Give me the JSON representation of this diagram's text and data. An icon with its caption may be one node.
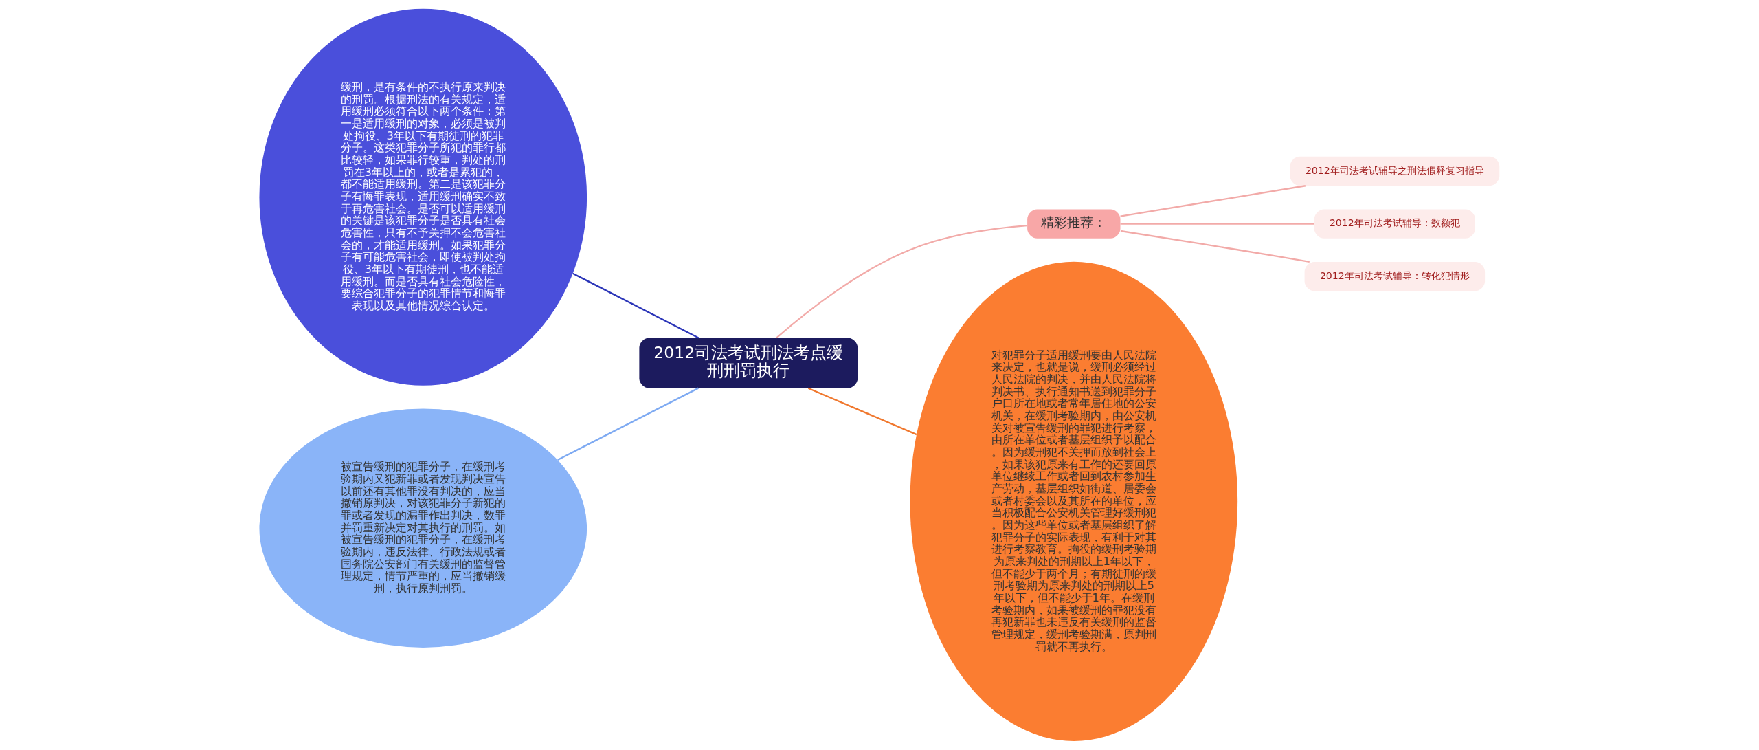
{
  "diagram": {
    "nodes": [
      {
        "text": [
          "2012司法考试刑法考点缓刑刑罚执行"
        ]
      },
      {
        "text": [
          "精彩推荐："
        ]
      },
      {
        "text": [
          "2012年司法考试辅导之刑法假释复习指导"
        ]
      },
      {
        "text": [
          "2012年司法考试辅导：数额犯"
        ]
      },
      {
        "text": [
          "2012年司法考试辅导：转化犯情形"
        ]
      },
      {
        "text": [
          "缓刑，是有条件的不执行原来判决的刑罚。根据刑法的有关规定，适用缓刑必须符合以下两个条件：第一是适用缓刑的对象，必须是被判处拘役、3年以下有期徒刑的犯罪分子。这类犯罪分子所犯的罪行都比较轻，如果罪行较重，判处的刑罚在3年以上的，或者是累犯的，都不能适用缓刑。第二是该犯罪分子有悔罪表现，适用缓刑确实不致于再危害社会。是否可以适用缓刑的关键是该犯罪分子是否具有社会危害性，只有不予关押不会危害社会的，才能适用缓刑。如果犯罪分子有可能危害社会，即使被判处拘役、3年以下有期徒刑，也不能适用缓刑。而是否具有社会危险性，要综合犯罪分子的犯罪情节和悔罪表现以及其他情况综合认定。"
        ]
      },
      {
        "text": [
          "被宣告缓刑的犯罪分子，在缓刑考验期内又犯新罪或者发现判决宣告以前还有其他罪没有判决的，应当撤销原判决，对该犯罪分子新犯的罪或者发现的漏罪作出判决，数罪并罚重新决定对其执行的刑罚。如被宣告缓刑的犯罪分子，在缓刑考验期内，违反法律、行政法规或者国务院公安部门有关缓刑的监督管理规定，情节严重的，应当撤销缓刑，执行原判刑罚。"
        ]
      },
      {
        "text": [
          "对犯罪分子适用缓刑要由人民法院来决定，也就是说，缓刑必须经过人民法院的判决，并由人民法院将判决书、执行通知书送到犯罪分子户口所在地或者常年居住地的公安机关，在缓刑考验期内，由公安机关对被宣告缓刑的罪犯进行考察，由所在单位或者基层组织予以配合。因为缓刑犯不关押而放到社会上，如果该犯原来有工作的还要回原单位继续工作或者回到农村参加生产劳动，基层组织如街道、居委会或者村委会以及其所在的单位，应当积极配合公安机关管理好缓刑犯。因为这些单位或者基层组织了解犯罪分子的实际表现，有利于对其进行考察教育。拘役的缓刑考验期为原来判处的刑期以上1年以下，但不能少于两个月；有期徒刑的缓刑考验期为原来判处的刑期以上5年以下，但不能少于1年。在缓刑考验期内，如果被缓刑的罪犯没有再犯新罪也未违反有关缓刑的监督管理规定，缓刑考验期满，原判刑罚就不再执行。"
        ]
      }
    ],
    "edges": [
      {
        "from": 0,
        "to": 1,
        "arrow": "none"
      },
      {
        "from": 1,
        "to": 2,
        "arrow": "none"
      },
      {
        "from": 1,
        "to": 3,
        "arrow": "none"
      },
      {
        "from": 1,
        "to": 4,
        "arrow": "none"
      },
      {
        "from": 0,
        "to": 5,
        "arrow": "none",
        "color": "#2b35b8"
      },
      {
        "from": 0,
        "to": 6,
        "arrow": "none",
        "color": "#7eaaf2"
      },
      {
        "from": 0,
        "to": 7,
        "arrow": "none",
        "color": "#f0782e"
      }
    ]
  }
}
